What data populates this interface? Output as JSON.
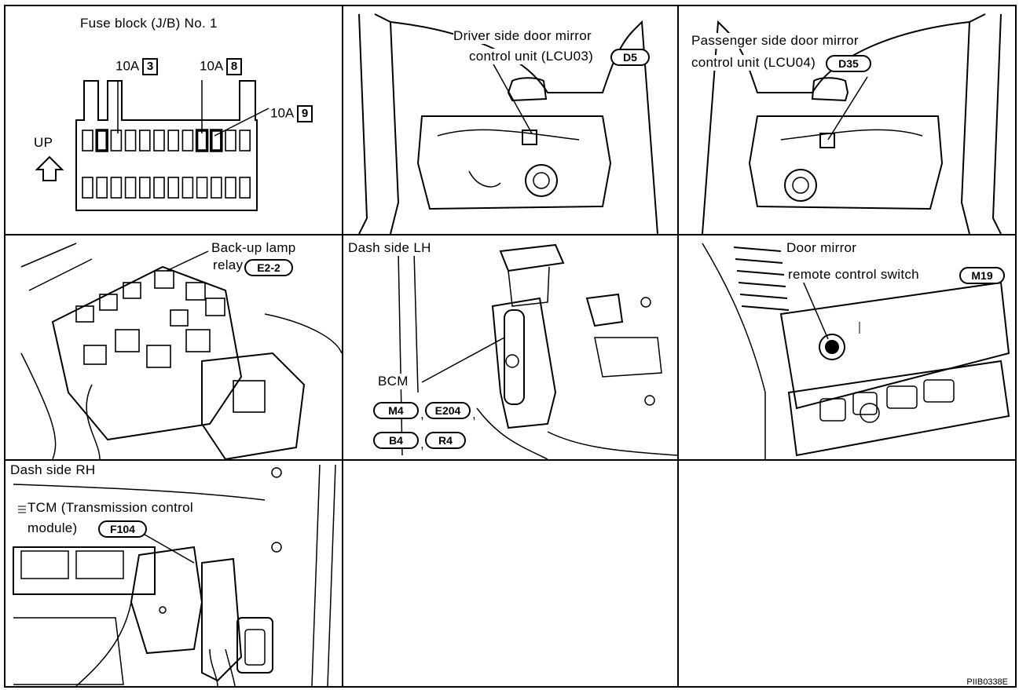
{
  "fuse_block": {
    "title": "Fuse block (J/B) No. 1",
    "up_label": "UP",
    "fuses": [
      {
        "amp": "10A",
        "num": "3"
      },
      {
        "amp": "10A",
        "num": "8"
      },
      {
        "amp": "10A",
        "num": "9"
      }
    ]
  },
  "driver_mirror": {
    "line1": "Driver side door mirror",
    "line2": "control unit (LCU03)",
    "connector": "D5"
  },
  "passenger_mirror": {
    "line1": "Passenger side door mirror",
    "line2": "control unit (LCU04)",
    "connector": "D35"
  },
  "backup_relay": {
    "line1": "Back-up lamp",
    "line2": "relay",
    "connector": "E2-2"
  },
  "dash_lh": {
    "title": "Dash side LH",
    "bcm_label": "BCM",
    "connectors": [
      "M4",
      "E204",
      "B4",
      "R4"
    ],
    "sep": ","
  },
  "mirror_switch": {
    "line1": "Door mirror",
    "line2": "remote control switch",
    "connector": "M19"
  },
  "dash_rh": {
    "title": "Dash side RH",
    "line1": "TCM (Transmission control",
    "line2": "module)",
    "connector": "F104"
  },
  "figure_code": "PIIB0338E"
}
